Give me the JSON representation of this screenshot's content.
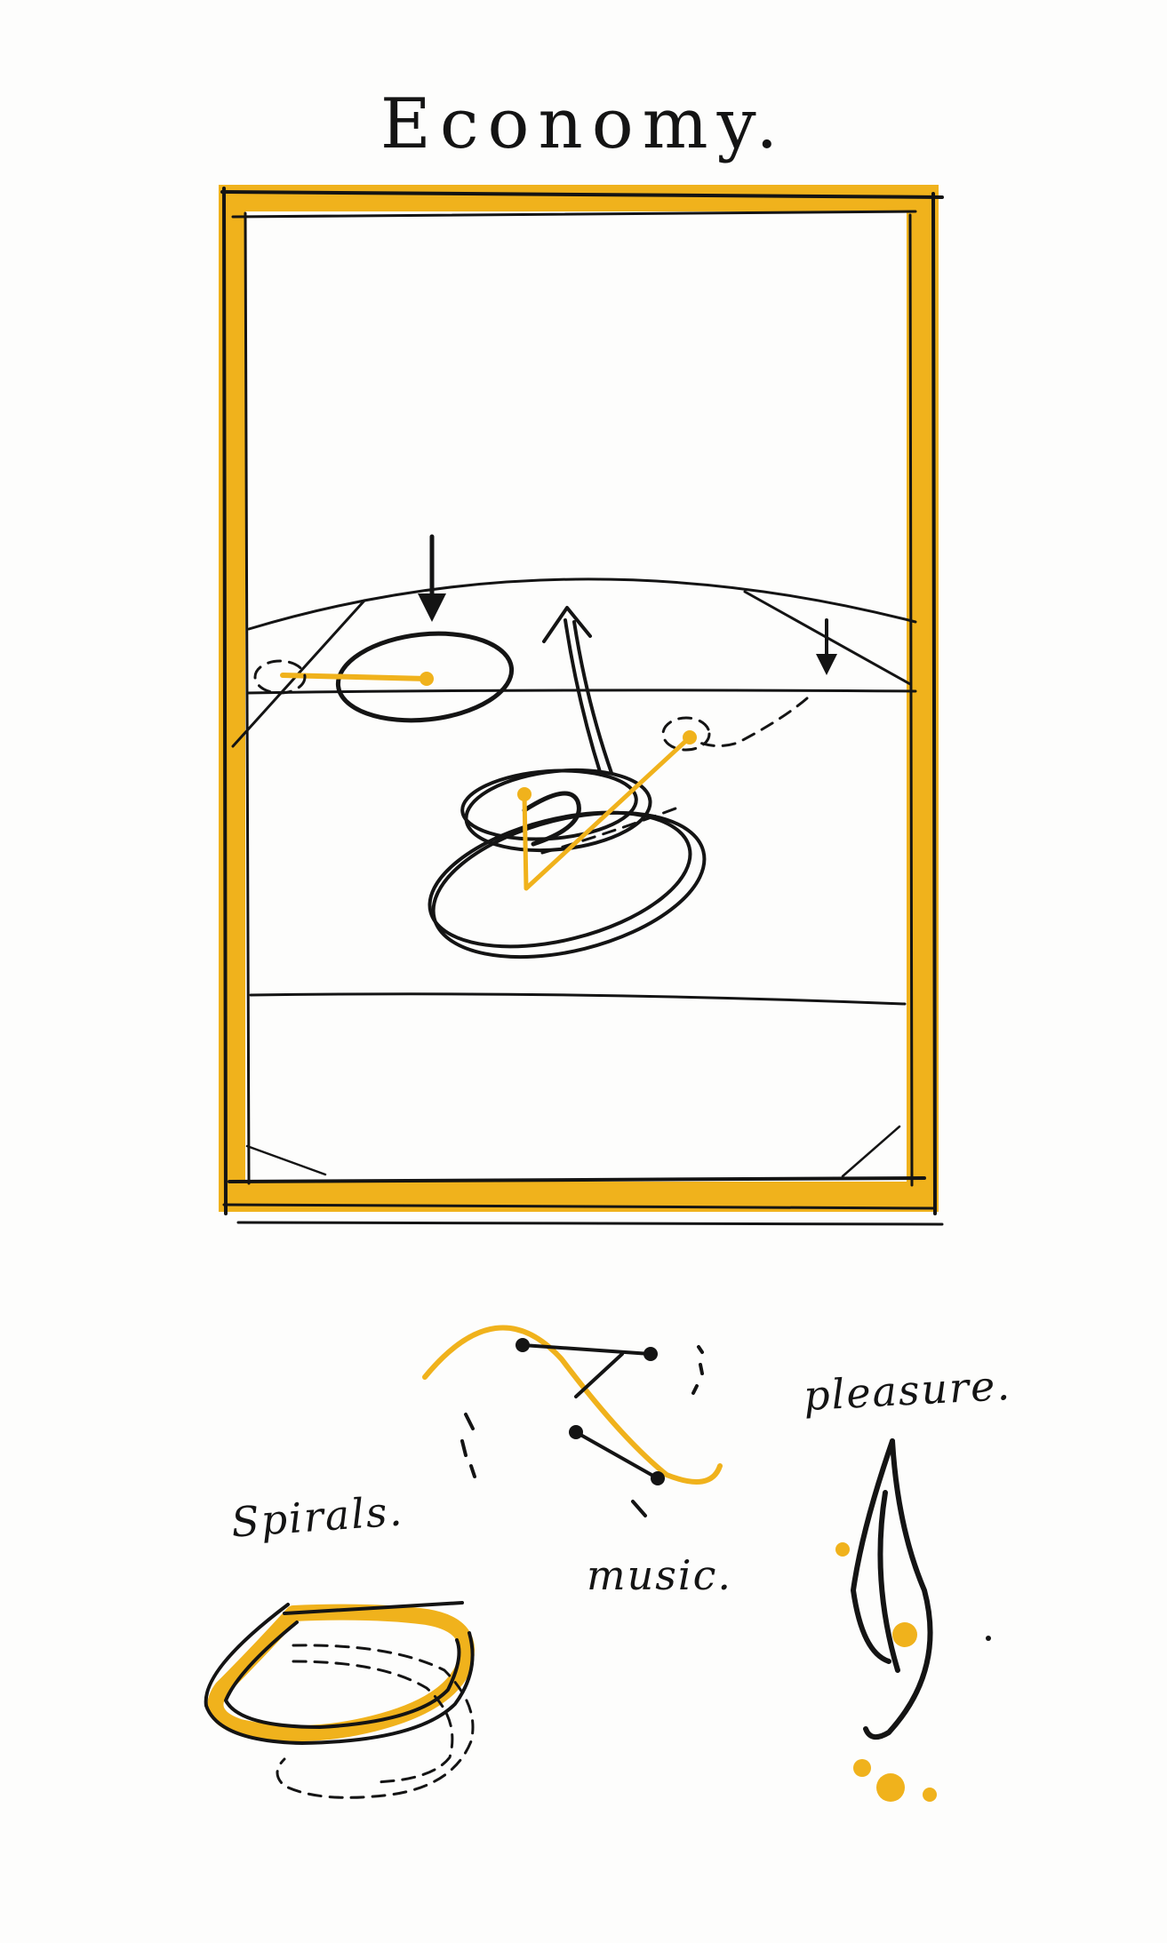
{
  "title": "Economy.",
  "labels": {
    "spirals": "Spirals.",
    "music": "music.",
    "pleasure": "pleasure."
  },
  "colors": {
    "ink": "#141414",
    "marker": "#f0b21c",
    "paper": "#fdfdfc"
  }
}
